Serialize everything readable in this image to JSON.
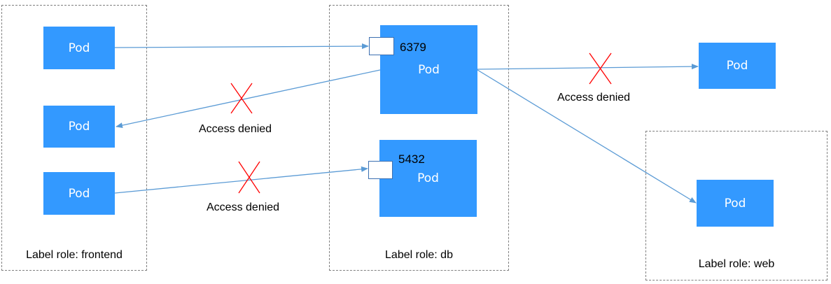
{
  "groups": {
    "frontend": {
      "label": "Label role: frontend"
    },
    "db": {
      "label": "Label role: db"
    },
    "web": {
      "label": "Label role: web"
    }
  },
  "pods": {
    "frontend_1": "Pod",
    "frontend_2": "Pod",
    "frontend_3": "Pod",
    "db_1": "Pod",
    "db_2": "Pod",
    "external": "Pod",
    "web_1": "Pod"
  },
  "ports": {
    "db_1": "6379",
    "db_2": "5432"
  },
  "denied_labels": {
    "db_to_frontend": "Access denied",
    "frontend_to_db2": "Access denied",
    "db_to_external": "Access denied"
  },
  "colors": {
    "pod_fill": "#3399ff",
    "arrow": "#5b9bd5",
    "deny_cross": "#ff0000",
    "group_border": "#7f7f7f"
  }
}
